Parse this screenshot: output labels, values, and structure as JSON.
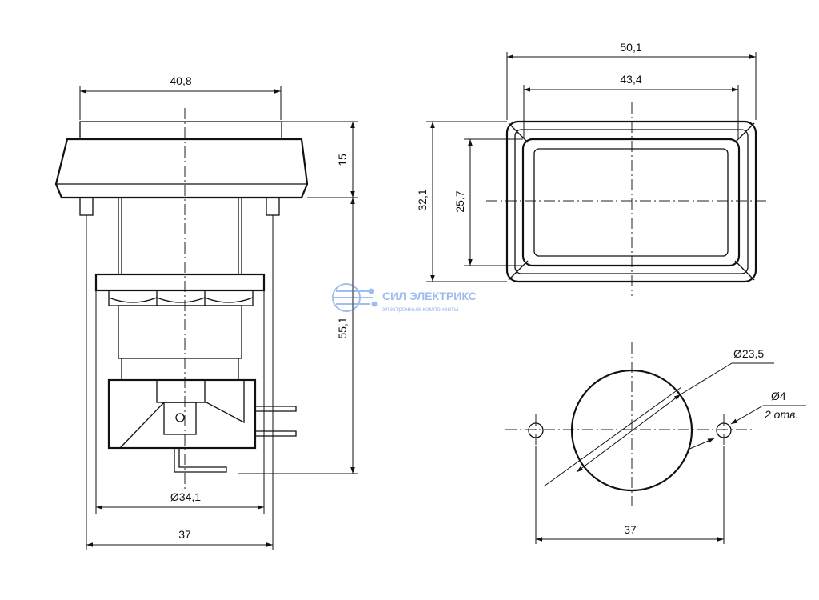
{
  "dimensions": {
    "flange_width": "40,8",
    "top_height": "15",
    "body_height": "55,1",
    "body_diameter": "Ø34,1",
    "pin_span_side": "37",
    "frame_width": "50,1",
    "window_width": "43,4",
    "frame_height": "32,1",
    "window_height": "25,7",
    "cutout_diameter": "Ø23,5",
    "hole_diameter": "Ø4",
    "hole_count": "2 отв.",
    "hole_span": "37"
  },
  "watermark": {
    "brand": "СИЛ ЭЛЕКТРИКС",
    "tagline": "электронные компоненты",
    "color": "#2e6fd8"
  }
}
